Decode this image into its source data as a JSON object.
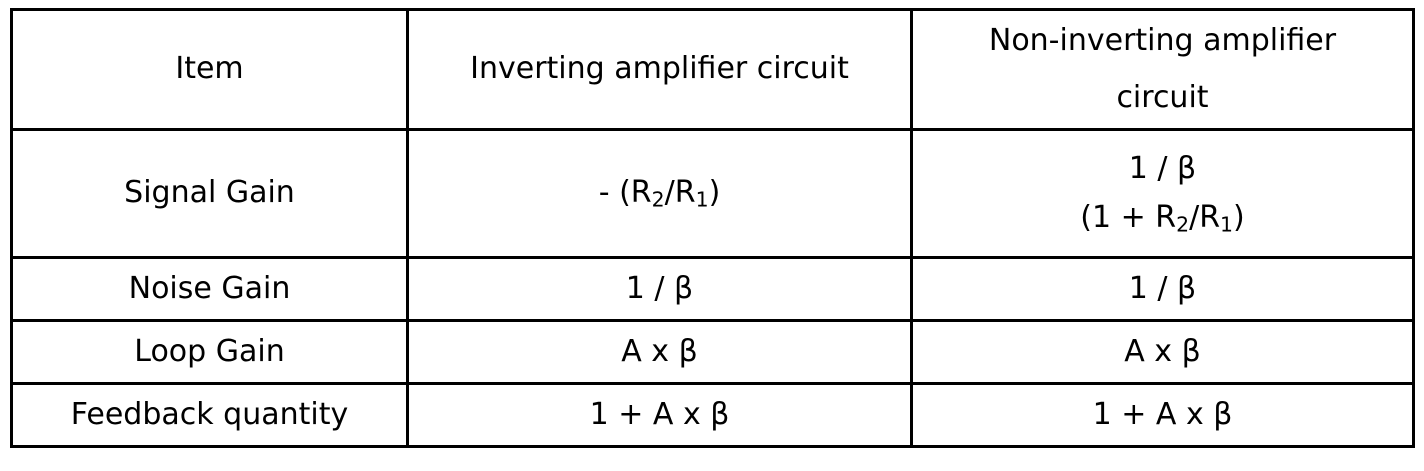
{
  "table": {
    "columns": [
      {
        "key": "item",
        "header": "Item"
      },
      {
        "key": "inverting",
        "header": "Inverting amplifier circuit"
      },
      {
        "key": "noninverting",
        "header_line1": "Non-inverting amplifier",
        "header_line2": "circuit"
      }
    ],
    "rows": [
      {
        "item": "Signal Gain",
        "inverting_prefix": "- (R",
        "inverting_sub1": "2",
        "inverting_mid": "/R",
        "inverting_sub2": "1",
        "inverting_suffix": ")",
        "noninverting_line1": "1 / β",
        "noninv_l2_prefix": "(1 + R",
        "noninv_l2_sub1": "2",
        "noninv_l2_mid": "/R",
        "noninv_l2_sub2": "1",
        "noninv_l2_suffix": ")"
      },
      {
        "item": "Noise Gain",
        "inverting": "1 / β",
        "noninverting": "1 / β"
      },
      {
        "item": "Loop Gain",
        "inverting": "A x β",
        "noninverting": "A x β"
      },
      {
        "item": "Feedback quantity",
        "inverting": "1 + A x β",
        "noninverting": "1 + A x β"
      }
    ]
  },
  "style": {
    "border_color": "#000000",
    "text_color": "#000000",
    "background": "#ffffff"
  }
}
